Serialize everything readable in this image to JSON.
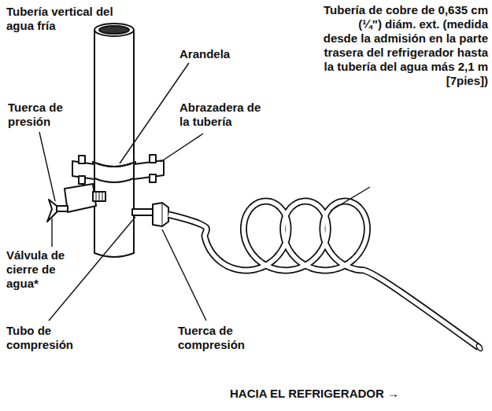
{
  "diagram": {
    "labels": [
      "Tubería vertical del agua fría",
      "Arandela",
      "Tuerca de presión",
      "Abrazadera de la tubería",
      "Tubería de cobre de 0,635 cm (¼\") diám. ext. (medida desde la admisión en la parte trasera del refrigerador hasta la tubería del agua más 2,1 m [7pies])",
      "Válvula de cierre de agua*",
      "Tubo de compresión",
      "Tuerca de compresión",
      "HACIA EL REFRIGERADOR →"
    ]
  }
}
